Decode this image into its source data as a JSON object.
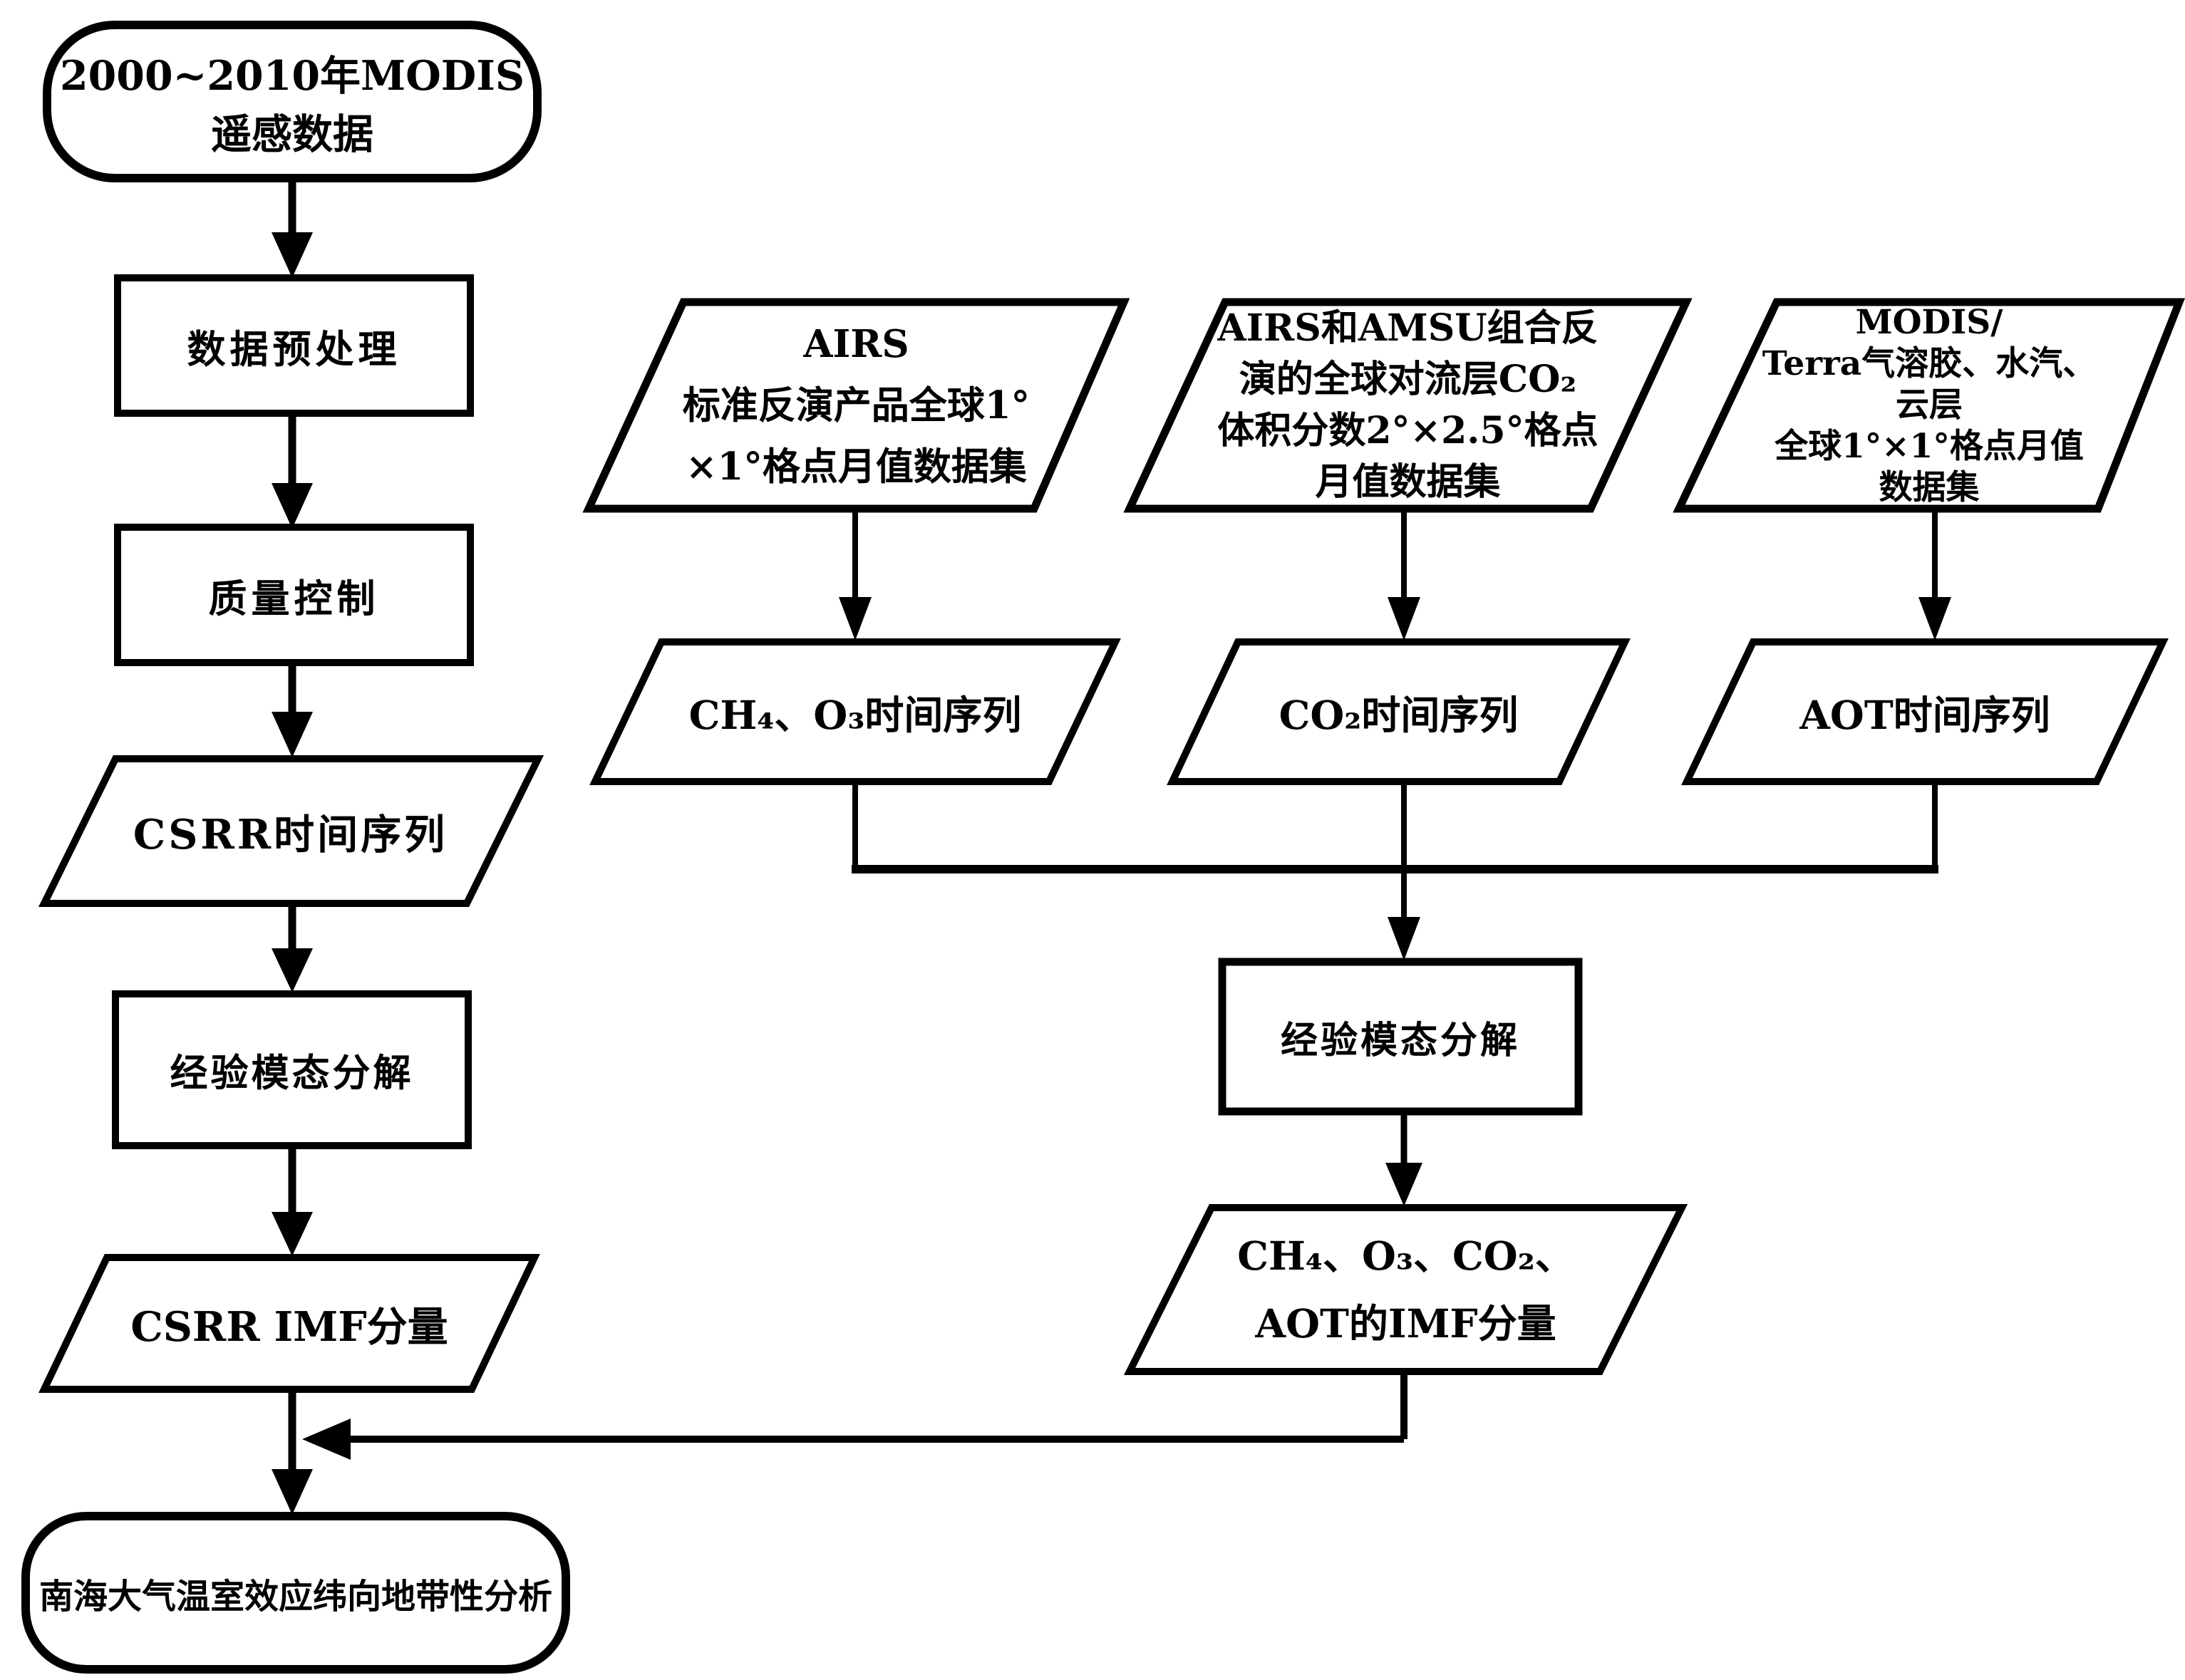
{
  "diagram": {
    "title": "MODIS remote sensing EMD processing flowchart",
    "background_color": "#ffffff",
    "stroke_color": "#000000",
    "nodes": {
      "modis_source": "2000~2010年MODIS遥感数据",
      "preprocess": "数据预处理",
      "quality_control": "质量控制",
      "csrr_series": "CSRR时间序列",
      "emd_left": "经验模态分解",
      "csrr_imf": "CSRR IMF分量",
      "final_analysis": "南海大气温室效应纬向地带性分析",
      "airs_dataset": "AIRS\n标准反演产品全球1°\n×1°格点月值数据集",
      "airs_amsu_dataset": "AIRS和AMSU组合反\n演的全球对流层CO₂\n体积分数2°×2.5°格点\n月值数据集",
      "modis_terra_dataset": "MODIS/\nTerra气溶胶、水汽、\n云层\n全球1°×1°格点月值\n数据集",
      "ch4_o3_series": "CH₄、O₃时间序列",
      "co2_series": "CO₂时间序列",
      "aot_series": "AOT时间序列",
      "emd_right": "经验模态分解",
      "imf_right": "CH₄、O₃、CO₂、\nAOT的IMF分量"
    }
  }
}
